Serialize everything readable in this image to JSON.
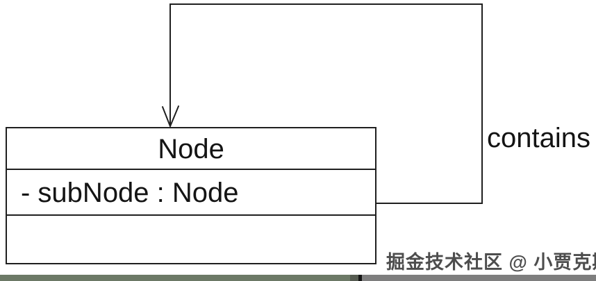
{
  "diagram": {
    "class_box": {
      "title": "Node",
      "attributes": [
        "- subNode : Node"
      ],
      "methods": []
    },
    "association": {
      "label": "contains",
      "kind": "self-reference",
      "arrow": "open-arrowhead-into-top"
    }
  },
  "watermark": {
    "text": "掘金技术社区 @ 小贾克斯"
  },
  "colors": {
    "line": "#1f1f1f",
    "background": "#ffffff",
    "bar_left": "#6c7966",
    "bar_mid": "#565b51",
    "bar_divider": "#151515",
    "bar_right": "#7e7e7e",
    "watermark_text": "#4d4d4d"
  }
}
